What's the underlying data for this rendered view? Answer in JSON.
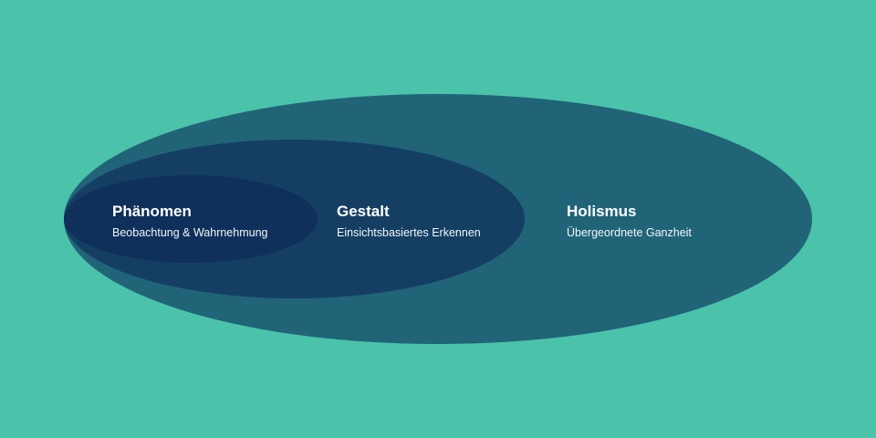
{
  "colors": {
    "background": "#4BC3AB",
    "outer": "#216478",
    "middle": "#143F63",
    "inner": "#0F305A",
    "text": "#FFFFFF"
  },
  "diagram": {
    "type": "nested-ellipses",
    "levels": [
      {
        "title": "Phänomen",
        "subtitle": "Beobachtung & Wahrnehmung"
      },
      {
        "title": "Gestalt",
        "subtitle": "Einsichtsbasiertes Erkennen"
      },
      {
        "title": "Holismus",
        "subtitle": "Übergeordnete Ganzheit"
      }
    ]
  }
}
